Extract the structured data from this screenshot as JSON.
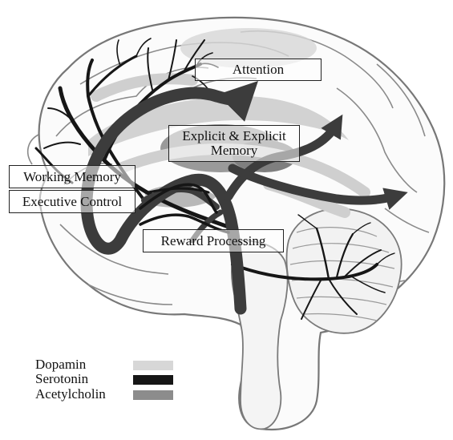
{
  "labels": {
    "attention": "Attention",
    "explicit_line1": "Explicit & Explicit",
    "explicit_line2": "Memory",
    "working_memory": "Working Memory",
    "executive_control": "Executive Control",
    "reward_processing": "Reward Processing"
  },
  "legend": [
    {
      "name": "Dopamin",
      "color": "#d7d7d7"
    },
    {
      "name": "Serotonin",
      "color": "#161616"
    },
    {
      "name": "Acetylcholin",
      "color": "#8c8c8c"
    }
  ],
  "colors": {
    "dopamine": "#d7d7d7",
    "serotonin": "#161616",
    "acetylcholine": "#5a5a5a",
    "brain_outline": "#777777",
    "brain_fill": "#fbfbfb"
  }
}
